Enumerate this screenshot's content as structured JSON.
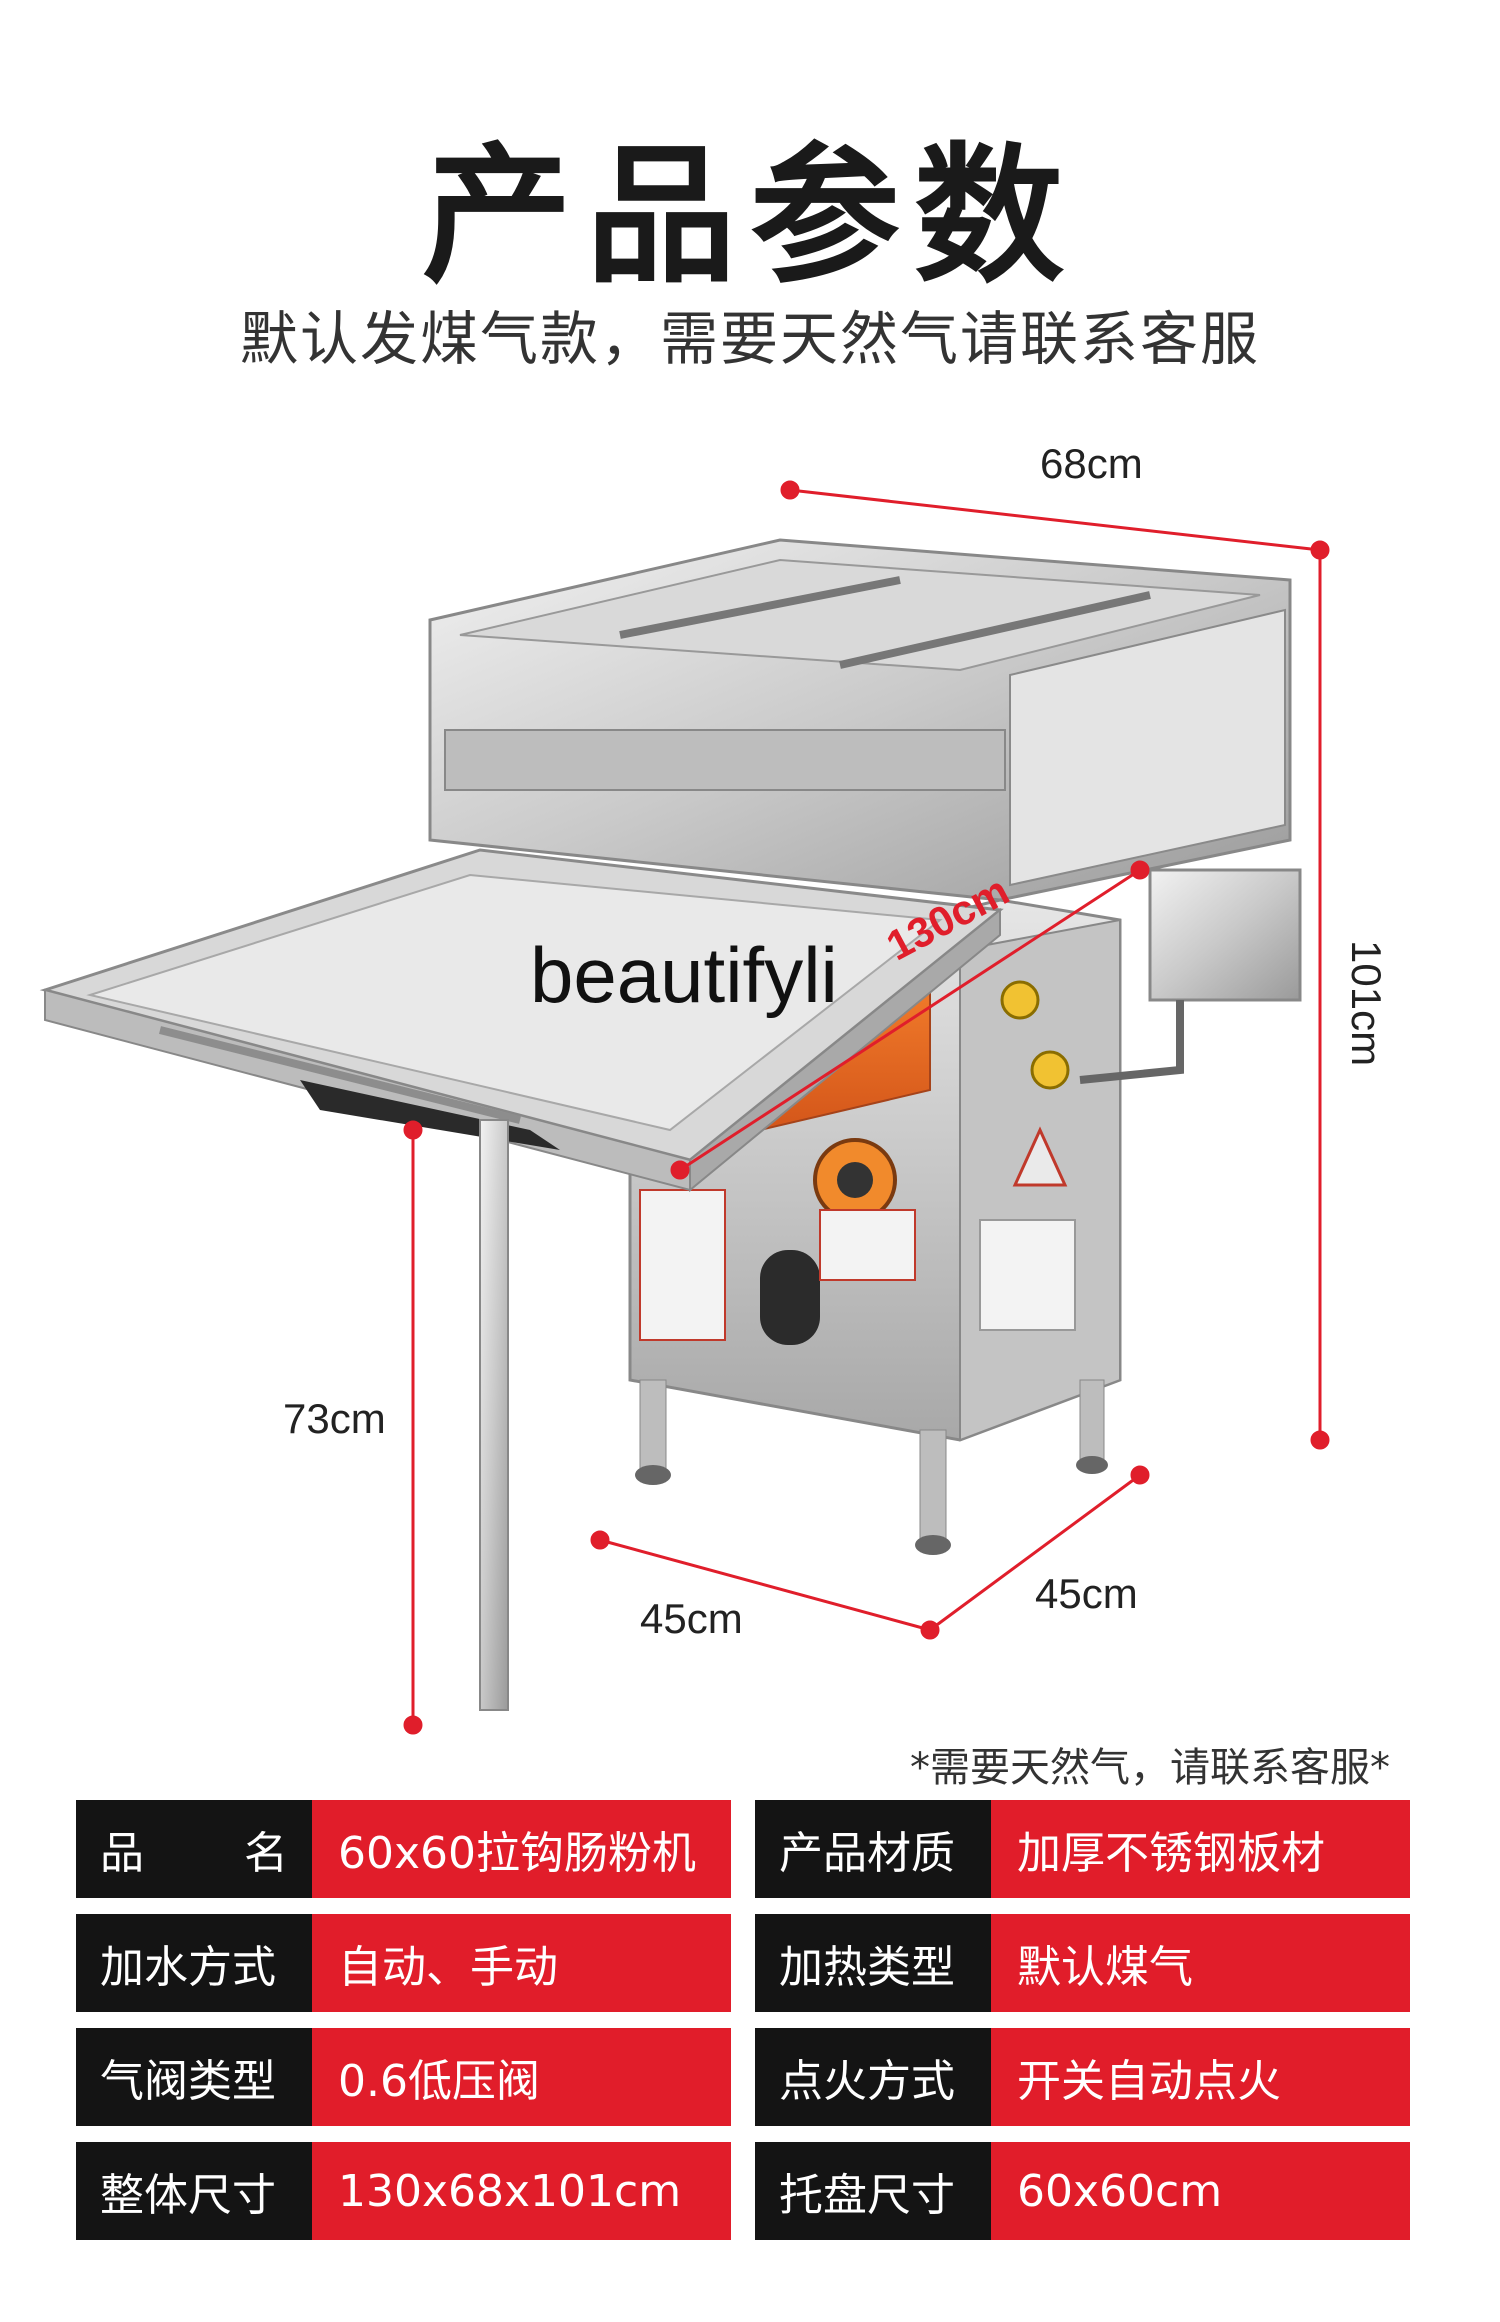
{
  "header": {
    "title": "产品参数",
    "subtitle": "默认发煤气款，需要天然气请联系客服"
  },
  "figure": {
    "dim_width": "68cm",
    "dim_height": "101cm",
    "dim_length": "130cm",
    "dim_table_height": "73cm",
    "dim_depth_left": "45cm",
    "dim_depth_right": "45cm",
    "watermark": "beautifyli",
    "accent_color": "#e01e2b"
  },
  "note": "*需要天然气，请联系客服*",
  "specs": [
    {
      "key_a": "品",
      "key_b": "名",
      "value": "60x60拉钩肠粉机"
    },
    {
      "key": "产品材质",
      "value": "加厚不锈钢板材"
    },
    {
      "key": "加水方式",
      "value": "自动、手动"
    },
    {
      "key": "加热类型",
      "value": "默认煤气"
    },
    {
      "key": "气阀类型",
      "value": "0.6低压阀"
    },
    {
      "key": "点火方式",
      "value": "开关自动点火"
    },
    {
      "key": "整体尺寸",
      "value": "130x68x101cm"
    },
    {
      "key": "托盘尺寸",
      "value": "60x60cm"
    }
  ]
}
